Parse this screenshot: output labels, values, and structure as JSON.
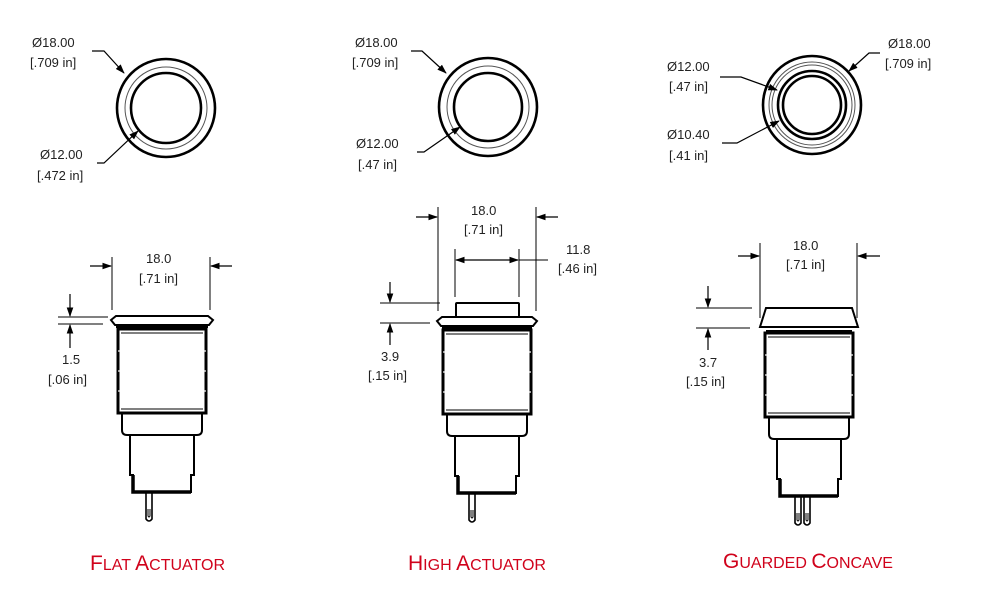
{
  "colors": {
    "line": "#000000",
    "text": "#222222",
    "caption": "#d0021b",
    "background": "#ffffff"
  },
  "views": [
    {
      "name": "Flat Actuator",
      "caption": {
        "first_big": "F",
        "rest_small": "LAT",
        "second_big": "A",
        "second_rest": "CTUATOR"
      },
      "top_view": {
        "outer": {
          "value": "Ø18.00",
          "inch": "[.709 in]"
        },
        "inner": {
          "value": "Ø12.00",
          "inch": "[.472 in]"
        }
      },
      "side_view": {
        "width": {
          "value": "18.0",
          "inch": "[.71 in]"
        },
        "height": {
          "value": "1.5",
          "inch": "[.06 in]"
        }
      }
    },
    {
      "name": "High Actuator",
      "caption": {
        "first_big": "H",
        "rest_small": "IGH",
        "second_big": "A",
        "second_rest": "CTUATOR"
      },
      "top_view": {
        "outer": {
          "value": "Ø18.00",
          "inch": "[.709 in]"
        },
        "inner": {
          "value": "Ø12.00",
          "inch": "[.47 in]"
        }
      },
      "side_view": {
        "width": {
          "value": "18.0",
          "inch": "[.71 in]"
        },
        "actuator_width": {
          "value": "11.8",
          "inch": "[.46 in]"
        },
        "height": {
          "value": "3.9",
          "inch": "[.15 in]"
        }
      }
    },
    {
      "name": "Guarded Concave",
      "caption": {
        "first_big": "G",
        "rest_small": "UARDED",
        "second_big": "C",
        "second_rest": "ONCAVE"
      },
      "top_view": {
        "outer": {
          "value": "Ø18.00",
          "inch": "[.709 in]"
        },
        "middle": {
          "value": "Ø12.00",
          "inch": "[.47 in]"
        },
        "inner": {
          "value": "Ø10.40",
          "inch": "[.41 in]"
        }
      },
      "side_view": {
        "width": {
          "value": "18.0",
          "inch": "[.71 in]"
        },
        "height": {
          "value": "3.7",
          "inch": "[.15 in]"
        }
      }
    }
  ]
}
